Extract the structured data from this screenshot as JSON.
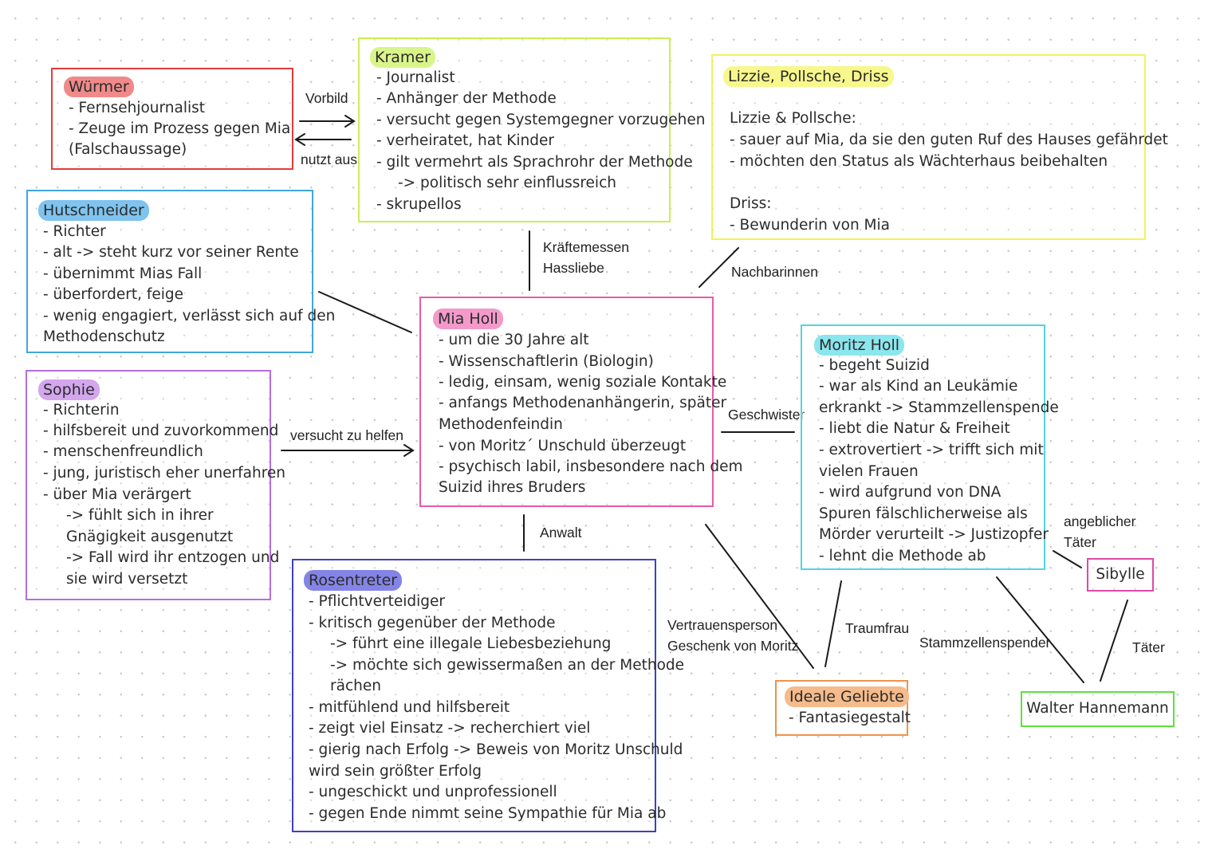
{
  "colors": {
    "wuermer": "#e53b3b",
    "kramer": "#c9ef55",
    "lizzie": "#f2f25a",
    "hutschneider": "#42a6e0",
    "sophie": "#b86de0",
    "mia": "#e85aa8",
    "moritz": "#52d4e0",
    "rosentreter": "#3f3fc8",
    "ideale": "#f0924a",
    "sibylle": "#dd4aa5",
    "walter": "#5ee03c"
  },
  "nodes": {
    "wuermer": {
      "title": "Würmer",
      "lines": [
        "- Fernsehjournalist",
        "- Zeuge im Prozess gegen Mia",
        "(Falschaussage)"
      ]
    },
    "kramer": {
      "title": "Kramer",
      "lines": [
        "- Journalist",
        "- Anhänger der Methode",
        "- versucht gegen Systemgegner vorzugehen",
        "- verheiratet, hat Kinder",
        "- gilt vermehrt als Sprachrohr der Methode",
        "-> politisch sehr einflussreich",
        "- skrupellos"
      ]
    },
    "lizzie": {
      "title": "Lizzie, Pollsche, Driss",
      "lines": [
        "Lizzie & Pollsche:",
        "- sauer auf Mia, da sie den guten Ruf des Hauses gefährdet",
        "- möchten den Status als Wächterhaus beibehalten",
        "Driss:",
        "- Bewunderin von Mia"
      ]
    },
    "hutschneider": {
      "title": "Hutschneider",
      "lines": [
        "- Richter",
        "- alt -> steht kurz vor seiner Rente",
        "- übernimmt Mias Fall",
        "- überfordert, feige",
        "- wenig engagiert, verlässt sich auf den",
        "Methodenschutz"
      ]
    },
    "sophie": {
      "title": "Sophie",
      "lines": [
        "- Richterin",
        "- hilfsbereit und zuvorkommend",
        "- menschenfreundlich",
        "- jung, juristisch eher unerfahren",
        "- über Mia verärgert",
        "-> fühlt sich in ihrer",
        "Gnägigkeit ausgenutzt",
        "-> Fall wird ihr entzogen und",
        "sie wird versetzt"
      ]
    },
    "mia": {
      "title": "Mia Holl",
      "lines": [
        "- um die 30 Jahre alt",
        "- Wissenschaftlerin (Biologin)",
        "- ledig, einsam, wenig soziale Kontakte",
        "- anfangs Methodenanhängerin, später",
        "Methodenfeindin",
        "- von Moritz´ Unschuld überzeugt",
        "- psychisch labil, insbesondere nach dem",
        "Suizid ihres Bruders"
      ]
    },
    "moritz": {
      "title": "Moritz Holl",
      "lines": [
        "- begeht Suizid",
        "- war als Kind an Leukämie",
        "erkrankt -> Stammzellenspende",
        "- liebt die Natur & Freiheit",
        "- extrovertiert -> trifft sich mit",
        "vielen Frauen",
        "- wird aufgrund von DNA",
        "Spuren fälschlicherweise als",
        "Mörder verurteilt -> Justizopfer",
        "- lehnt die Methode ab"
      ]
    },
    "rosentreter": {
      "title": "Rosentreter",
      "lines": [
        "- Pflichtverteidiger",
        "- kritisch gegenüber der Methode",
        "-> führt eine illegale Liebesbeziehung",
        "-> möchte sich gewissermaßen an der Methode",
        "rächen",
        "- mitfühlend und hilfsbereit",
        "- zeigt viel Einsatz -> recherchiert viel",
        "- gierig nach Erfolg -> Beweis von Moritz Unschuld",
        "wird sein größter Erfolg",
        "- ungeschickt und unprofessionell",
        "- gegen Ende nimmt seine Sympathie für Mia ab"
      ]
    },
    "ideale": {
      "title": "Ideale Geliebte",
      "lines": [
        "- Fantasiegestalt"
      ]
    },
    "sibylle": {
      "title": "Sibylle"
    },
    "walter": {
      "title": "Walter Hannemann"
    }
  },
  "edges": {
    "vorbild": "Vorbild",
    "nutzt_aus": "nutzt aus",
    "kraeftemessen": "Kräftemessen",
    "hassliebe": "Hassliebe",
    "nachbarinnen": "Nachbarinnen",
    "versucht_zu_helfen": "versucht zu helfen",
    "geschwister": "Geschwister",
    "anwalt": "Anwalt",
    "vertrauensperson": "Vertrauensperson",
    "geschenk": "Geschenk von Moritz",
    "traumfrau": "Traumfrau",
    "stammzellenspender": "Stammzellenspender",
    "angeblicher": "angeblicher",
    "taeter_1": "Täter",
    "taeter_2": "Täter"
  }
}
